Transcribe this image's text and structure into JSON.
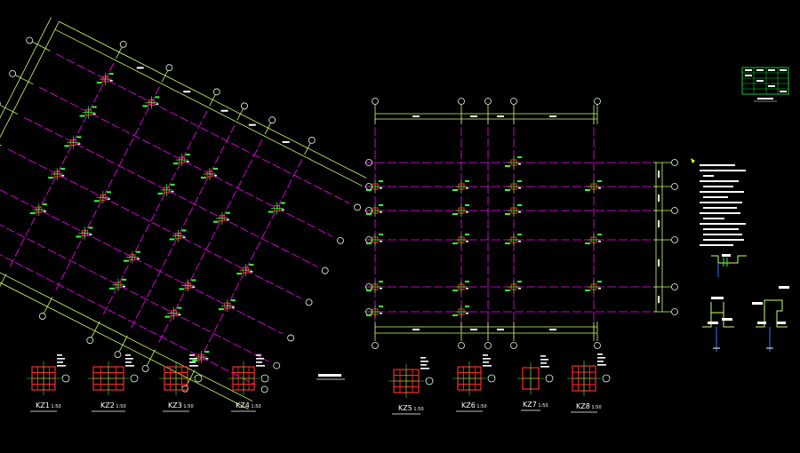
{
  "drawing": {
    "sheet_title": "基础平面布置图",
    "grid_bubble_text": "",
    "notes_lines_count_hint": ""
  },
  "column_schedule": [
    {
      "id": "KZ1",
      "scale": "1:50"
    },
    {
      "id": "KZ2",
      "scale": "1:50"
    },
    {
      "id": "KZ3",
      "scale": "1:50"
    },
    {
      "id": "KZ4",
      "scale": "1:50"
    },
    {
      "id": "KZ5",
      "scale": "1:50"
    },
    {
      "id": "KZ6",
      "scale": "1:50"
    },
    {
      "id": "KZ7",
      "scale": "1:50"
    },
    {
      "id": "KZ8",
      "scale": "1:50"
    }
  ],
  "colors": {
    "background": "#000000",
    "grid_line": "#ff00ff",
    "dim_line": "#ccff66",
    "column": "#ff2a2a",
    "rebar_tag": "#33ff33",
    "text": "#ffffff",
    "bubble": "#e6ffe6",
    "detail_blue": "#3377ff",
    "table_green": "#00cc33",
    "marker_yellow": "#ffff00"
  }
}
